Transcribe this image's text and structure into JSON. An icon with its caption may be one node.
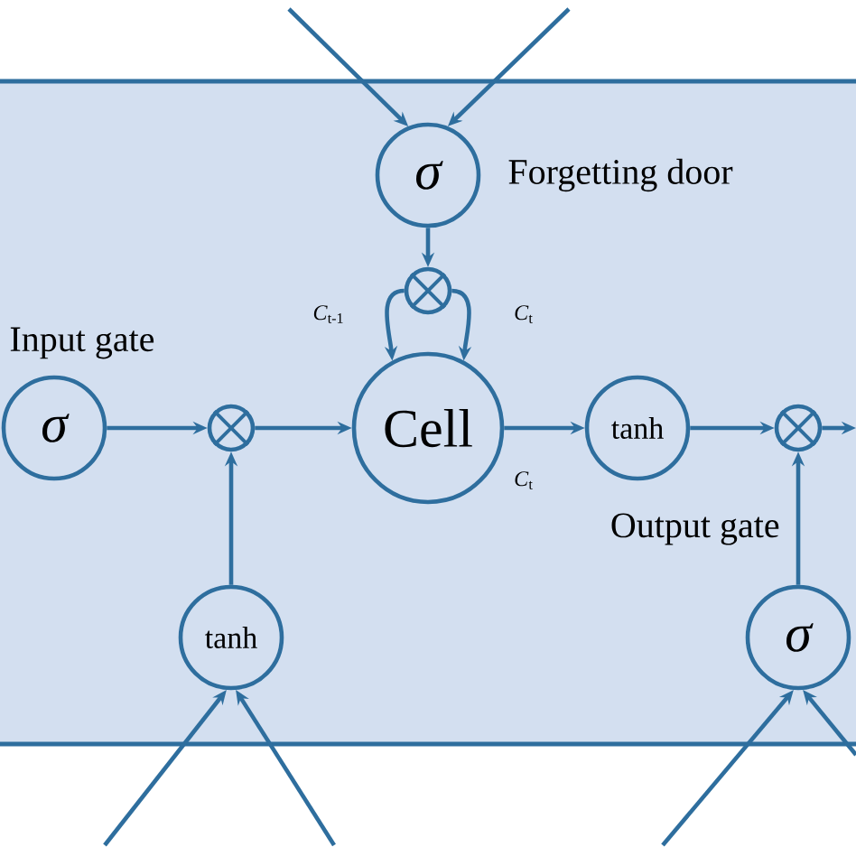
{
  "diagram": {
    "nodes": [
      {
        "text": [
          "σ"
        ],
        "beside": [
          "Forgetting door"
        ]
      },
      {
        "text": [],
        "shape": "circle"
      },
      {
        "text": [
          "σ"
        ],
        "beside": [
          "Input gate"
        ]
      },
      {
        "text": [],
        "shape": "circle"
      },
      {
        "text": [
          "Cell"
        ]
      },
      {
        "text": [
          "tanh"
        ]
      },
      {
        "text": [],
        "shape": "circle"
      },
      {
        "text": [
          "tanh"
        ]
      },
      {
        "text": [
          "σ"
        ],
        "beside": [
          "Output gate"
        ]
      }
    ],
    "edges": [
      {
        "from": null,
        "to": 0,
        "arrow": "to"
      },
      {
        "from": null,
        "to": 0,
        "arrow": "to"
      },
      {
        "from": 0,
        "to": 1,
        "arrow": "to"
      },
      {
        "from": 1,
        "to": 4,
        "arrow": "to",
        "label": "*C*$_{t-1}$"
      },
      {
        "from": 1,
        "to": 4,
        "arrow": "to",
        "label": "*C*$_{t}$"
      },
      {
        "from": 2,
        "to": 3,
        "arrow": "to"
      },
      {
        "from": 3,
        "to": 4,
        "arrow": "to"
      },
      {
        "from": 4,
        "to": 5,
        "arrow": "to",
        "label": "*C*$_{t}$"
      },
      {
        "from": 5,
        "to": 6,
        "arrow": "to"
      },
      {
        "from": 6,
        "to": null,
        "arrow": "to"
      },
      {
        "from": 7,
        "to": 3,
        "arrow": "to"
      },
      {
        "from": 8,
        "to": 6,
        "arrow": "to"
      },
      {
        "from": null,
        "to": 7,
        "arrow": "to"
      },
      {
        "from": null,
        "to": 7,
        "arrow": "to"
      },
      {
        "from": null,
        "to": 8,
        "arrow": "to"
      },
      {
        "from": null,
        "to": 8,
        "arrow": "to"
      }
    ]
  }
}
